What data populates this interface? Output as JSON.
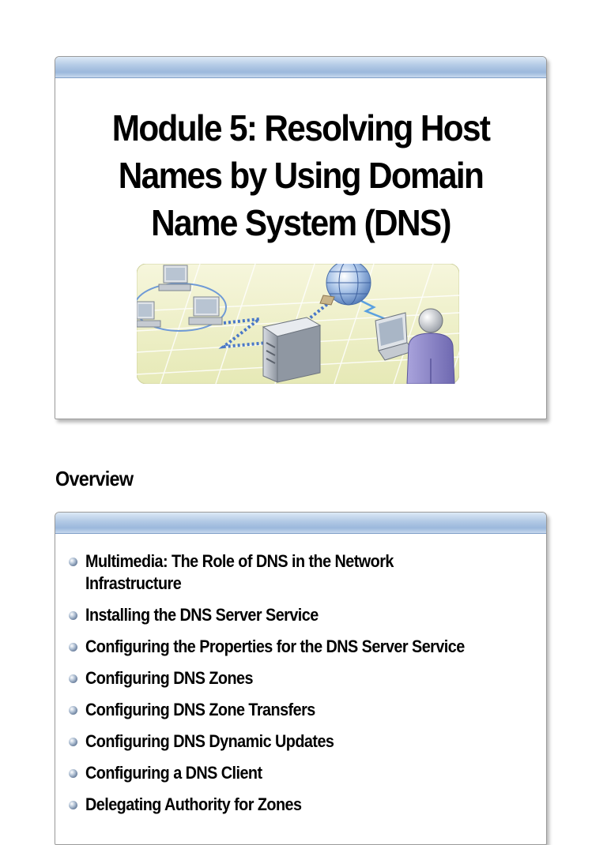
{
  "title_slide": {
    "title_lines": [
      "Module 5: Resolving Host",
      "Names by Using Domain",
      "Name System (DNS)"
    ]
  },
  "overview": {
    "heading": "Overview",
    "items": [
      {
        "lines": [
          "Multimedia: The Role of DNS in the Network",
          "Infrastructure"
        ]
      },
      {
        "lines": [
          "Installing the DNS Server Service"
        ]
      },
      {
        "lines": [
          "Configuring the Properties for the DNS Server Service"
        ]
      },
      {
        "lines": [
          "Configuring DNS Zones"
        ]
      },
      {
        "lines": [
          "Configuring DNS Zone Transfers"
        ]
      },
      {
        "lines": [
          "Configuring DNS Dynamic Updates"
        ]
      },
      {
        "lines": [
          "Configuring a DNS Client"
        ]
      },
      {
        "lines": [
          "Delegating Authority for Zones"
        ]
      }
    ]
  },
  "colors": {
    "title_bar": "#9bb8dc",
    "illustration_bg": "#eef1c4",
    "connection_line": "#4a78c8",
    "user_figure": "#8a84c6"
  },
  "icons": [
    "computer-icon",
    "server-icon",
    "globe-icon",
    "laptop-icon",
    "user-icon"
  ]
}
